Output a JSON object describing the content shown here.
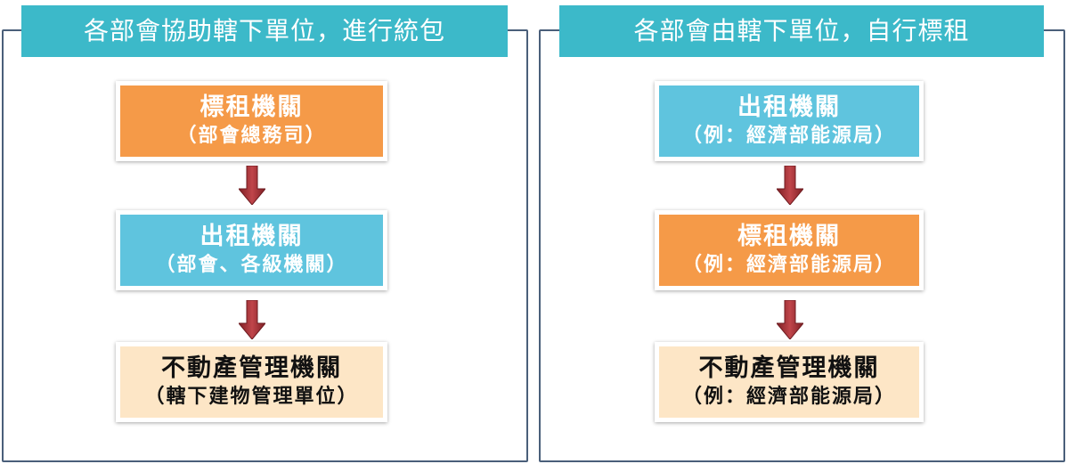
{
  "left_panel": {
    "title": "各部會協助轄下單位，進行統包",
    "boxes": [
      {
        "line1": "標租機關",
        "line2": "（部會總務司）"
      },
      {
        "line1": "出租機關",
        "line2": "（部會、各級機關）"
      },
      {
        "line1": "不動產管理機關",
        "line2": "（轄下建物管理單位）"
      }
    ]
  },
  "right_panel": {
    "title": "各部會由轄下單位，自行標租",
    "boxes": [
      {
        "line1": "出租機關",
        "line2": "（例：經濟部能源局）"
      },
      {
        "line1": "標租機關",
        "line2": "（例：經濟部能源局）"
      },
      {
        "line1": "不動產管理機關",
        "line2": "（例：經濟部能源局）"
      }
    ]
  },
  "colors": {
    "header": "#3cb9c9",
    "orange_box": "#f59a48",
    "blue_box": "#5fc4de",
    "peach_box": "#fde6c6",
    "arrow": "#b5353b",
    "panel_border": "#4a5f7a"
  }
}
